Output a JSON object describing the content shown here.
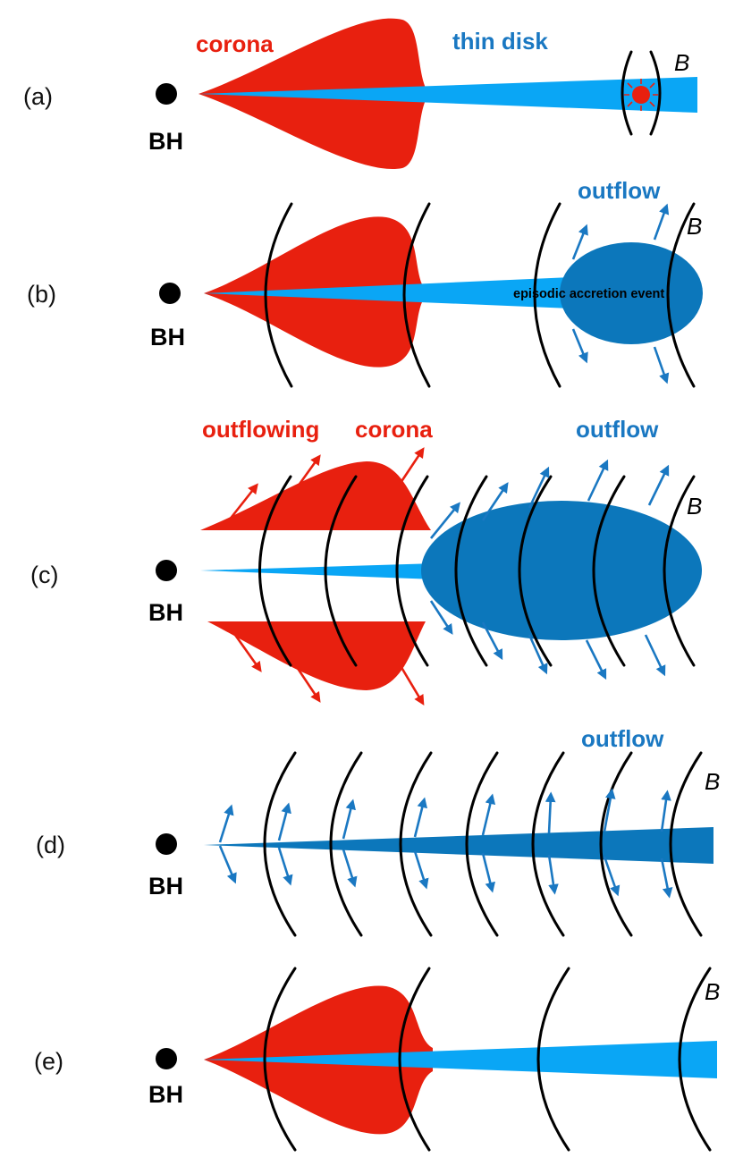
{
  "colors": {
    "corona": "#e8200f",
    "thin_disk": "#0aa6f5",
    "outflow": "#0c77bb",
    "field_lines": "#000000",
    "label_blue": "#1a78c2"
  },
  "panels": [
    {
      "id": "a",
      "label": "(a)",
      "bh_label": "BH",
      "labels": {
        "corona": "corona",
        "thin_disk": "thin disk",
        "b": "B"
      }
    },
    {
      "id": "b",
      "label": "(b)",
      "bh_label": "BH",
      "labels": {
        "outflow": "outflow",
        "event": "episodic accretion event",
        "b": "B"
      }
    },
    {
      "id": "c",
      "label": "(c)",
      "bh_label": "BH",
      "labels": {
        "outflowing": "outflowing",
        "corona": "corona",
        "outflow": "outflow",
        "b": "B"
      }
    },
    {
      "id": "d",
      "label": "(d)",
      "bh_label": "BH",
      "labels": {
        "outflow": "outflow",
        "b": "B"
      }
    },
    {
      "id": "e",
      "label": "(e)",
      "bh_label": "BH",
      "labels": {
        "b": "B"
      }
    }
  ]
}
